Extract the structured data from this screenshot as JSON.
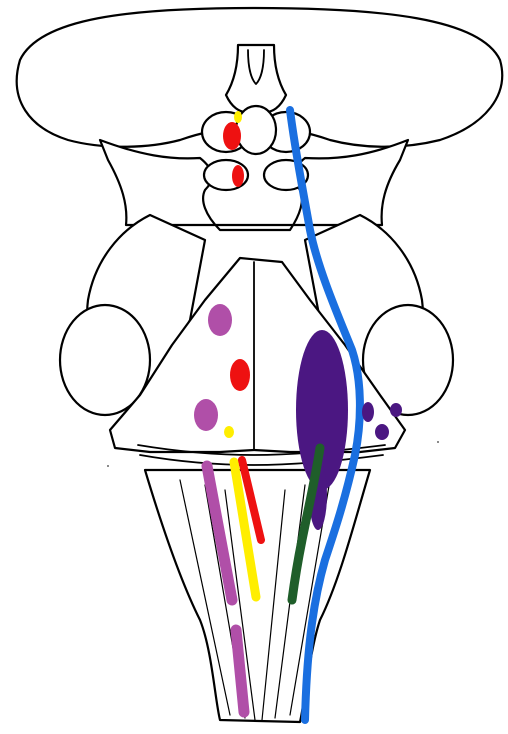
{
  "figure": {
    "subject": "brainstem-dorsal-view",
    "colors": {
      "background": "#ffffff",
      "outline": "#000000",
      "red": "#ee1111",
      "yellow": "#ffee00",
      "blue": "#1a6fe0",
      "purple": "#4b1782",
      "magenta": "#b04fa8",
      "green": "#1f5e2a"
    },
    "markers": [
      {
        "name": "red-nucleus-upper",
        "color": "red"
      },
      {
        "name": "red-nucleus-lower",
        "color": "red"
      },
      {
        "name": "yellow-dot-upper",
        "color": "yellow"
      },
      {
        "name": "blue-tract",
        "color": "blue"
      },
      {
        "name": "purple-large-oval",
        "color": "purple"
      },
      {
        "name": "purple-small-dots",
        "color": "purple"
      },
      {
        "name": "magenta-spots",
        "color": "magenta"
      },
      {
        "name": "magenta-column",
        "color": "magenta"
      },
      {
        "name": "red-dot-floor",
        "color": "red"
      },
      {
        "name": "yellow-column",
        "color": "yellow"
      },
      {
        "name": "red-column",
        "color": "red"
      },
      {
        "name": "green-column",
        "color": "green"
      }
    ]
  }
}
